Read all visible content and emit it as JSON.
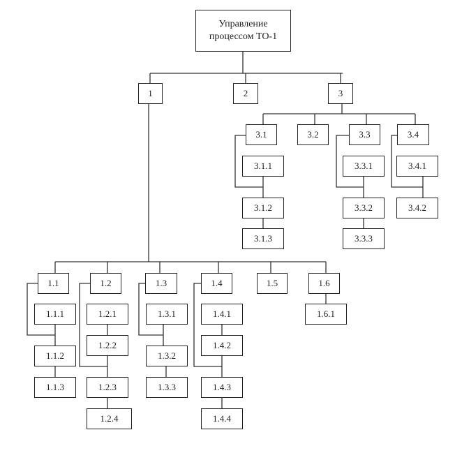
{
  "root": {
    "line1": "Управление",
    "line2": "процессом ТО-1"
  },
  "nodes": {
    "n1": "1",
    "n2": "2",
    "n3": "3",
    "n3_1": "3.1",
    "n3_2": "3.2",
    "n3_3": "3.3",
    "n3_4": "3.4",
    "n3_1_1": "3.1.1",
    "n3_1_2": "3.1.2",
    "n3_1_3": "3.1.3",
    "n3_3_1": "3.3.1",
    "n3_3_2": "3.3.2",
    "n3_3_3": "3.3.3",
    "n3_4_1": "3.4.1",
    "n3_4_2": "3.4.2",
    "n1_1": "1.1",
    "n1_2": "1.2",
    "n1_3": "1.3",
    "n1_4": "1.4",
    "n1_5": "1.5",
    "n1_6": "1.6",
    "n1_1_1": "1.1.1",
    "n1_1_2": "1.1.2",
    "n1_1_3": "1.1.3",
    "n1_2_1": "1.2.1",
    "n1_2_2": "1.2.2",
    "n1_2_3": "1.2.3",
    "n1_2_4": "1.2.4",
    "n1_3_1": "1.3.1",
    "n1_3_2": "1.3.2",
    "n1_3_3": "1.3.3",
    "n1_4_1": "1.4.1",
    "n1_4_2": "1.4.2",
    "n1_4_3": "1.4.3",
    "n1_4_4": "1.4.4",
    "n1_6_1": "1.6.1"
  }
}
